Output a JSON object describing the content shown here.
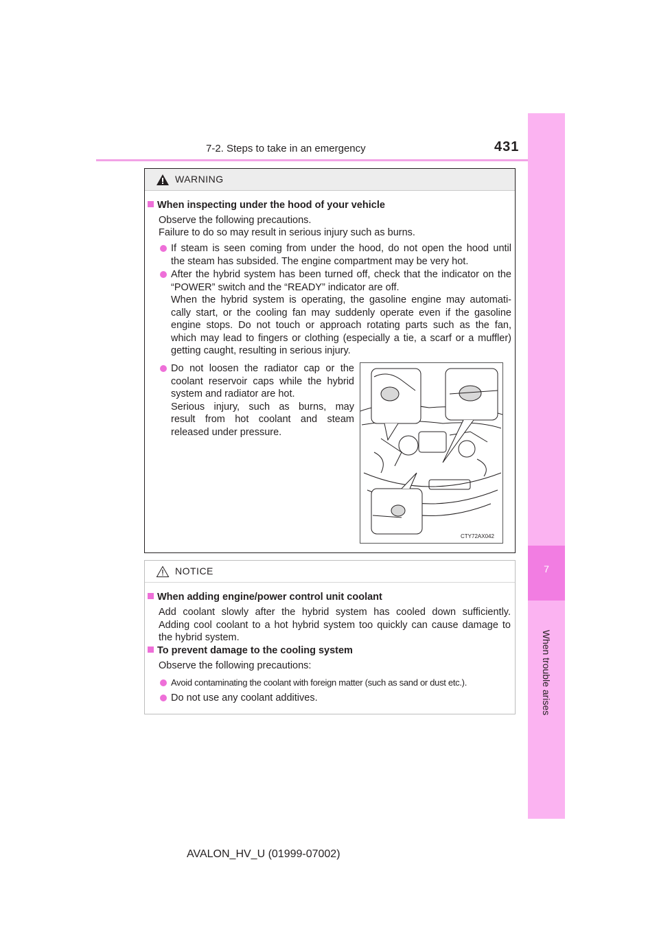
{
  "header": {
    "section": "7-2. Steps to take in an emergency",
    "page_number": "431"
  },
  "side_tab": {
    "chapter_number": "7",
    "chapter_title": "When trouble arises"
  },
  "warning": {
    "title": "WARNING",
    "heading": "When inspecting under the hood of your vehicle",
    "intro_1": "Observe the following precautions.",
    "intro_2": "Failure to do so may result in serious injury such as burns.",
    "bullets": [
      {
        "lines": [
          "If steam is seen coming from under the hood, do not open the hood until",
          "the steam has subsided. The engine compartment may be very hot."
        ]
      },
      {
        "lines": [
          "After the hybrid system has been turned off, check that the indicator on the",
          "“POWER” switch and the “READY” indicator are off.",
          "When the hybrid system is operating, the gasoline engine may automati-",
          "cally start, or the cooling fan may suddenly operate even if the gasoline",
          "engine stops. Do not touch or approach rotating parts such as the fan,",
          "which may lead to fingers or clothing (especially a tie, a scarf or a muffler)",
          "getting caught, resulting in serious injury."
        ]
      },
      {
        "lines": [
          "Do not loosen the radiator cap or the",
          "coolant reservoir caps while the hybrid",
          "system and radiator are hot.",
          "Serious injury, such as burns, may",
          "result from hot coolant and steam",
          "released under pressure."
        ]
      }
    ],
    "figure_code": "CTY72AX042"
  },
  "notice": {
    "title": "NOTICE",
    "sections": [
      {
        "heading": "When adding engine/power control unit coolant",
        "lines": [
          "Add coolant slowly after the hybrid system has cooled down sufficiently.",
          "Adding cool coolant to a hot hybrid system too quickly can cause damage to",
          "the hybrid system."
        ]
      },
      {
        "heading": "To prevent damage to the cooling system",
        "lines": [
          "Observe the following precautions:"
        ]
      }
    ],
    "bullets": [
      "Avoid contaminating the coolant with foreign matter (such as sand or dust etc.).",
      "Do not use any coolant additives."
    ]
  },
  "footer": "AVALON_HV_U (01999-07002)",
  "colors": {
    "accent": "#ee6fd8",
    "tab": "#fbb3f1",
    "tab_dark": "#f27de2",
    "rule": "#f2a2e6"
  }
}
